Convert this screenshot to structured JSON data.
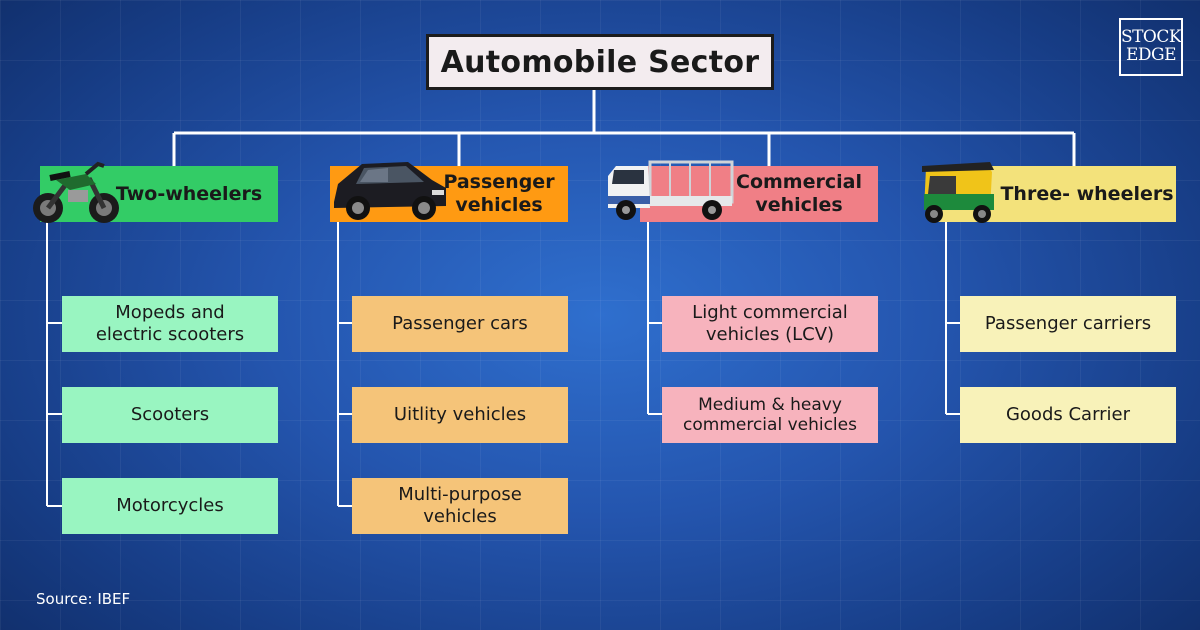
{
  "title": "Automobile Sector",
  "logo": {
    "line1": "STOCK",
    "line2": "EDGE"
  },
  "source": "Source: IBEF",
  "categories": [
    {
      "label": "Two-wheelers",
      "color": "#33cc66",
      "sub_color": "#99f5c1",
      "icon": "motorcycle-icon",
      "items": [
        "Mopeds and electric scooters",
        "Scooters",
        "Motorcycles"
      ]
    },
    {
      "label": "Passenger vehicles",
      "color": "#ff9a12",
      "sub_color": "#f5c479",
      "icon": "car-icon",
      "items": [
        "Passenger cars",
        "Uitlity vehicles",
        "Multi-purpose vehicles"
      ]
    },
    {
      "label": "Commercial vehicles",
      "color": "#f07f86",
      "sub_color": "#f7b3bd",
      "icon": "truck-icon",
      "items": [
        "Light commercial vehicles (LCV)",
        "Medium & heavy commercial vehicles"
      ]
    },
    {
      "label": "Three- wheelers",
      "color": "#f3e27b",
      "sub_color": "#f8f2b9",
      "icon": "auto-rickshaw-icon",
      "items": [
        "Passenger carriers",
        "Goods Carrier"
      ]
    }
  ]
}
